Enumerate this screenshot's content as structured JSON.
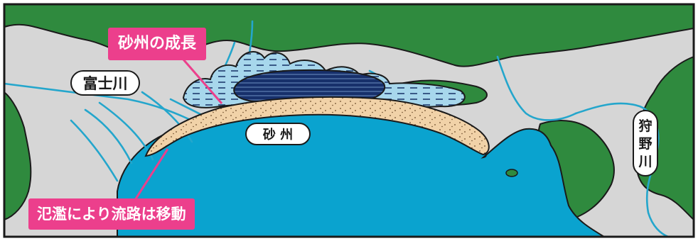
{
  "labels": {
    "fuji_river": "富士川",
    "sandbar": "砂 州",
    "kano_river": [
      "狩",
      "野",
      "川"
    ]
  },
  "callouts": {
    "spit_growth": "砂州の成長",
    "flood_channel": "氾濫により流路は移動"
  },
  "colors": {
    "land_green": "#2f8a3e",
    "floodplain_gray": "#d6d6d6",
    "sea_blue": "#0aa3cf",
    "river_blue": "#24a6cc",
    "sandbar_tan": "#f1d2a8",
    "lagoon_light": "#a7d7ec",
    "lagoon_dark": "#17306b",
    "callout_pink": "#ec3f8c"
  }
}
